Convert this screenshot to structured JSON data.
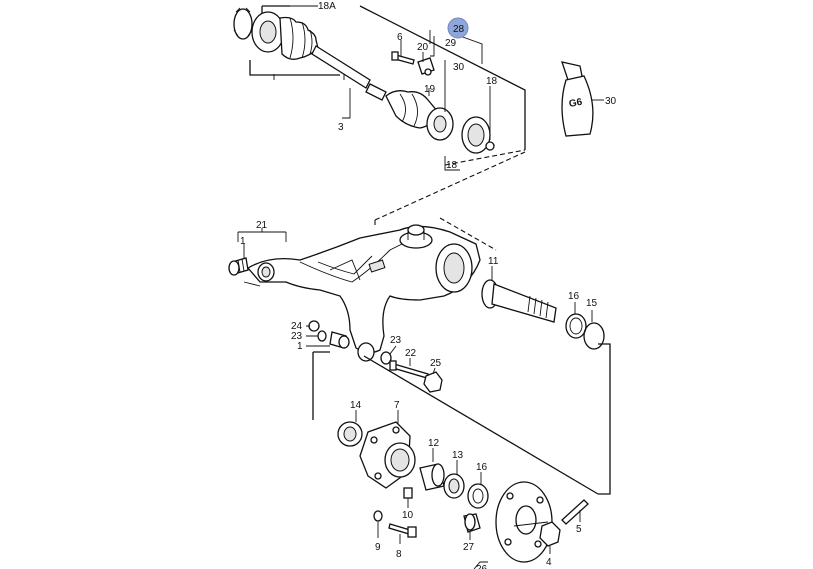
{
  "labels": {
    "p18a": "18A",
    "p28": "28",
    "p29": "29",
    "p6": "6",
    "p20": "20",
    "p30a": "30",
    "p18b": "18",
    "p19": "19",
    "p3": "3",
    "p18c": "18",
    "p30b": "30",
    "p21": "21",
    "p1a": "1",
    "p11": "11",
    "p16a": "16",
    "p15": "15",
    "p24": "24",
    "p23a": "23",
    "p1b": "1",
    "p23b": "23",
    "p22": "22",
    "p25": "25",
    "p14": "14",
    "p7": "7",
    "p12": "12",
    "p13": "13",
    "p16b": "16",
    "p10": "10",
    "p9": "9",
    "p8": "8",
    "p27": "27",
    "p4": "4",
    "p5": "5",
    "p26": "26",
    "tube": "G6"
  },
  "highlight": {
    "part": "28",
    "color": "#8fa6d8"
  }
}
